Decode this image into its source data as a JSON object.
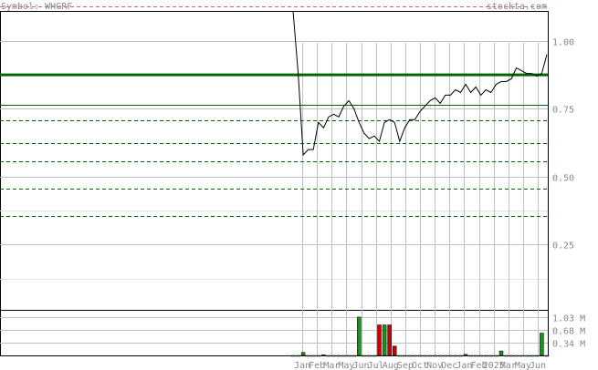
{
  "header": {
    "symbol_label": "Symbol: WHGRF",
    "site_label": "stockta.com"
  },
  "colors": {
    "price_line": "#000000",
    "grid": "#c0c0c0",
    "resistance": "#006600",
    "volume_up": "#228b22",
    "volume_down": "#cc0000",
    "text": "#888888",
    "dashed_red": "#cc6666"
  },
  "chart_data": {
    "type": "line",
    "price_axis": {
      "ticks": [
        1.0,
        0.75,
        0.5,
        0.25
      ],
      "tick_labels": [
        "1.00",
        "0.75",
        "0.50",
        "0.25"
      ],
      "ylim": [
        0.01,
        1.11
      ]
    },
    "volume_axis": {
      "tick_labels": [
        "1.03 M",
        "0.68 M",
        "0.34 M"
      ],
      "ticks": [
        1.03,
        0.68,
        0.34
      ],
      "ylim": [
        0,
        1.2
      ]
    },
    "x_labels": [
      "Jan",
      "Feb",
      "Mar",
      "May",
      "Jun",
      "Jul",
      "Aug",
      "Sep",
      "Oct",
      "Nov",
      "Dec",
      "Jan",
      "Feb",
      "2025",
      "Mar",
      "May",
      "Jun"
    ],
    "horizontal_levels": {
      "thick": [
        0.875
      ],
      "solid": [
        0.765
      ],
      "dashed": [
        0.708,
        0.625,
        0.558,
        0.455,
        0.355
      ]
    },
    "series": [
      {
        "values": [
          1.11,
          0.88,
          0.58,
          0.6,
          0.6,
          0.7,
          0.68,
          0.72,
          0.73,
          0.72,
          0.76,
          0.78,
          0.75,
          0.7,
          0.66,
          0.64,
          0.65,
          0.63,
          0.7,
          0.71,
          0.7,
          0.63,
          0.68,
          0.71,
          0.71,
          0.74,
          0.76,
          0.78,
          0.79,
          0.77,
          0.8,
          0.8,
          0.82,
          0.81,
          0.84,
          0.81,
          0.83,
          0.8,
          0.82,
          0.81,
          0.84,
          0.85,
          0.85,
          0.86,
          0.9,
          0.89,
          0.88,
          0.88,
          0.87,
          0.88,
          0.95
        ]
      }
    ],
    "volume": [
      {
        "v": 0.0,
        "up": true
      },
      {
        "v": 0.0,
        "up": true
      },
      {
        "v": 0.08,
        "up": true
      },
      {
        "v": 0.0,
        "up": true
      },
      {
        "v": 0.0,
        "up": true
      },
      {
        "v": 0.0,
        "up": true
      },
      {
        "v": 0.02,
        "up": true
      },
      {
        "v": 0.0,
        "up": true
      },
      {
        "v": 0.0,
        "up": true
      },
      {
        "v": 0.0,
        "up": true
      },
      {
        "v": 0.0,
        "up": true
      },
      {
        "v": 0.0,
        "up": true
      },
      {
        "v": 0.0,
        "up": true
      },
      {
        "v": 1.03,
        "up": true
      },
      {
        "v": 0.0,
        "up": true
      },
      {
        "v": 0.0,
        "up": true
      },
      {
        "v": 0.0,
        "up": true
      },
      {
        "v": 0.82,
        "up": false
      },
      {
        "v": 0.82,
        "up": true
      },
      {
        "v": 0.82,
        "up": false
      },
      {
        "v": 0.25,
        "up": false
      },
      {
        "v": 0.0,
        "up": true
      },
      {
        "v": 0.0,
        "up": true
      },
      {
        "v": 0.0,
        "up": true
      },
      {
        "v": 0.0,
        "up": true
      },
      {
        "v": 0.0,
        "up": true
      },
      {
        "v": 0.0,
        "up": true
      },
      {
        "v": 0.0,
        "up": true
      },
      {
        "v": 0.0,
        "up": true
      },
      {
        "v": 0.0,
        "up": true
      },
      {
        "v": 0.0,
        "up": true
      },
      {
        "v": 0.0,
        "up": true
      },
      {
        "v": 0.0,
        "up": true
      },
      {
        "v": 0.0,
        "up": true
      },
      {
        "v": 0.03,
        "up": true
      },
      {
        "v": 0.0,
        "up": true
      },
      {
        "v": 0.0,
        "up": true
      },
      {
        "v": 0.0,
        "up": true
      },
      {
        "v": 0.0,
        "up": true
      },
      {
        "v": 0.0,
        "up": true
      },
      {
        "v": 0.0,
        "up": true
      },
      {
        "v": 0.12,
        "up": true
      },
      {
        "v": 0.0,
        "up": true
      },
      {
        "v": 0.0,
        "up": true
      },
      {
        "v": 0.0,
        "up": true
      },
      {
        "v": 0.0,
        "up": true
      },
      {
        "v": 0.0,
        "up": true
      },
      {
        "v": 0.0,
        "up": true
      },
      {
        "v": 0.0,
        "up": true
      },
      {
        "v": 0.6,
        "up": true
      },
      {
        "v": 0.0,
        "up": true
      }
    ]
  }
}
